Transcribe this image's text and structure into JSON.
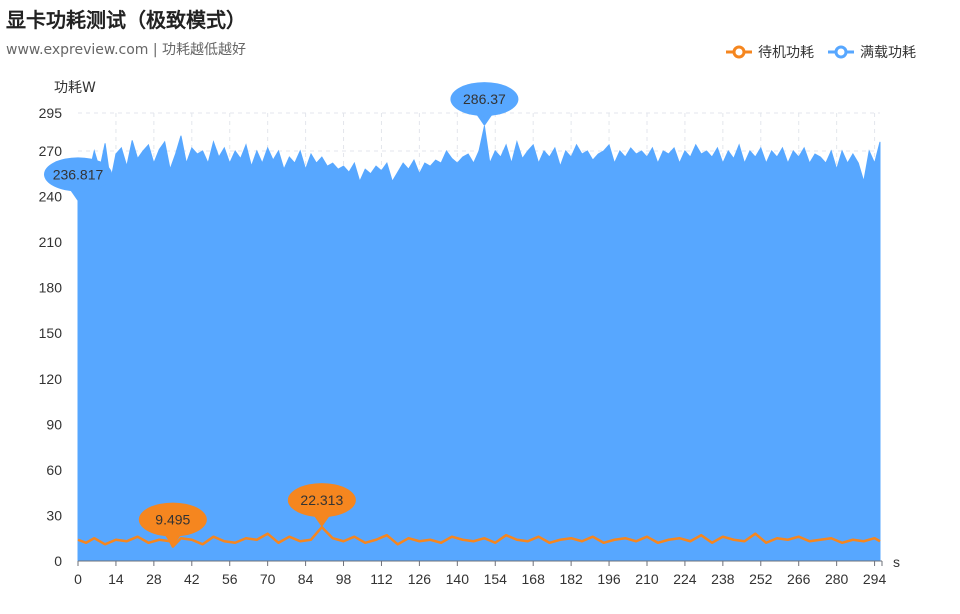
{
  "title": "显卡功耗测试（极致模式）",
  "subtitle": "www.expreview.com | 功耗越低越好",
  "colors": {
    "idle": "#f5861f",
    "load": "#57a7ff"
  },
  "chart_data": {
    "type": "area",
    "ylabel": "功耗W",
    "xlabel": "s",
    "ylim": [
      0,
      295
    ],
    "xlim": [
      0,
      296
    ],
    "yticks": [
      0,
      30,
      60,
      90,
      120,
      150,
      180,
      210,
      240,
      270,
      295
    ],
    "xticks": [
      0,
      14,
      28,
      42,
      56,
      70,
      84,
      98,
      112,
      126,
      140,
      154,
      168,
      182,
      196,
      210,
      224,
      238,
      252,
      266,
      280,
      294
    ],
    "grid": true,
    "legend_position": "top-right",
    "series": [
      {
        "name": "待机功耗",
        "color": "#f5861f",
        "style": "line",
        "x": [
          0,
          3,
          6,
          10,
          14,
          18,
          22,
          26,
          30,
          34,
          35,
          38,
          42,
          46,
          50,
          54,
          58,
          62,
          66,
          70,
          74,
          78,
          82,
          86,
          90,
          94,
          98,
          102,
          106,
          110,
          114,
          118,
          122,
          126,
          130,
          134,
          138,
          142,
          146,
          150,
          154,
          158,
          162,
          166,
          170,
          174,
          178,
          182,
          186,
          190,
          194,
          198,
          202,
          206,
          210,
          214,
          218,
          222,
          226,
          230,
          234,
          238,
          242,
          246,
          250,
          254,
          258,
          262,
          266,
          270,
          274,
          278,
          282,
          286,
          290,
          294,
          296
        ],
        "values": [
          14,
          12,
          15,
          11,
          14,
          13,
          16,
          12,
          14,
          13,
          9.495,
          15,
          14,
          11,
          16,
          13,
          12,
          15,
          14,
          18,
          12,
          16,
          13,
          14,
          22.313,
          15,
          13,
          16,
          12,
          14,
          17,
          11,
          15,
          13,
          14,
          12,
          16,
          14,
          13,
          15,
          12,
          17,
          14,
          13,
          16,
          12,
          14,
          15,
          13,
          16,
          12,
          14,
          15,
          13,
          16,
          12,
          14,
          15,
          13,
          17,
          12,
          16,
          14,
          13,
          18,
          12,
          15,
          14,
          16,
          13,
          14,
          15,
          12,
          14,
          13,
          15,
          13
        ]
      },
      {
        "name": "满载功耗",
        "color": "#57a7ff",
        "style": "area",
        "x": [
          0,
          2,
          4,
          6,
          8,
          10,
          12,
          14,
          16,
          18,
          20,
          22,
          24,
          26,
          28,
          30,
          32,
          34,
          36,
          38,
          40,
          42,
          44,
          46,
          48,
          50,
          52,
          54,
          56,
          58,
          60,
          62,
          64,
          66,
          68,
          70,
          72,
          74,
          76,
          78,
          80,
          82,
          84,
          86,
          88,
          90,
          92,
          94,
          96,
          98,
          100,
          102,
          104,
          106,
          108,
          110,
          112,
          114,
          116,
          118,
          120,
          122,
          124,
          126,
          128,
          130,
          132,
          134,
          136,
          138,
          140,
          142,
          144,
          146,
          148,
          150,
          152,
          154,
          156,
          158,
          160,
          162,
          164,
          166,
          168,
          170,
          172,
          174,
          176,
          178,
          180,
          182,
          184,
          186,
          188,
          190,
          192,
          194,
          196,
          198,
          200,
          202,
          204,
          206,
          208,
          210,
          212,
          214,
          216,
          218,
          220,
          222,
          224,
          226,
          228,
          230,
          232,
          234,
          236,
          238,
          240,
          242,
          244,
          246,
          248,
          250,
          252,
          254,
          256,
          258,
          260,
          262,
          264,
          266,
          268,
          270,
          272,
          274,
          276,
          278,
          280,
          282,
          284,
          286,
          288,
          290,
          292,
          294,
          296
        ],
        "values": [
          236.817,
          262,
          255,
          270,
          258,
          275,
          250,
          268,
          272,
          260,
          277,
          265,
          270,
          274,
          262,
          271,
          276,
          258,
          268,
          280,
          262,
          272,
          268,
          270,
          262,
          276,
          266,
          272,
          262,
          270,
          265,
          274,
          260,
          270,
          262,
          272,
          264,
          270,
          258,
          266,
          262,
          270,
          258,
          268,
          262,
          266,
          260,
          262,
          258,
          260,
          256,
          262,
          250,
          258,
          255,
          260,
          257,
          262,
          250,
          256,
          262,
          258,
          264,
          255,
          262,
          260,
          264,
          262,
          270,
          265,
          262,
          266,
          268,
          262,
          270,
          286.37,
          262,
          270,
          266,
          274,
          262,
          276,
          265,
          270,
          274,
          262,
          270,
          266,
          272,
          260,
          270,
          266,
          274,
          268,
          270,
          264,
          268,
          270,
          274,
          262,
          270,
          266,
          272,
          268,
          270,
          266,
          272,
          262,
          270,
          268,
          272,
          262,
          270,
          266,
          274,
          268,
          270,
          266,
          272,
          262,
          270,
          265,
          274,
          262,
          270,
          266,
          272,
          262,
          270,
          266,
          272,
          262,
          270,
          266,
          272,
          262,
          268,
          266,
          262,
          270,
          258,
          270,
          262,
          268,
          262,
          250,
          270,
          262,
          276
        ]
      }
    ],
    "markers": [
      {
        "series": "满载功耗",
        "x": 0,
        "value": "236.817",
        "kind": "min"
      },
      {
        "series": "满载功耗",
        "x": 150,
        "value": "286.37",
        "kind": "max"
      },
      {
        "series": "待机功耗",
        "x": 35,
        "value": "9.495",
        "kind": "min"
      },
      {
        "series": "待机功耗",
        "x": 90,
        "value": "22.313",
        "kind": "max"
      }
    ]
  },
  "legend": [
    {
      "label": "待机功耗",
      "color": "#f5861f"
    },
    {
      "label": "满载功耗",
      "color": "#57a7ff"
    }
  ]
}
